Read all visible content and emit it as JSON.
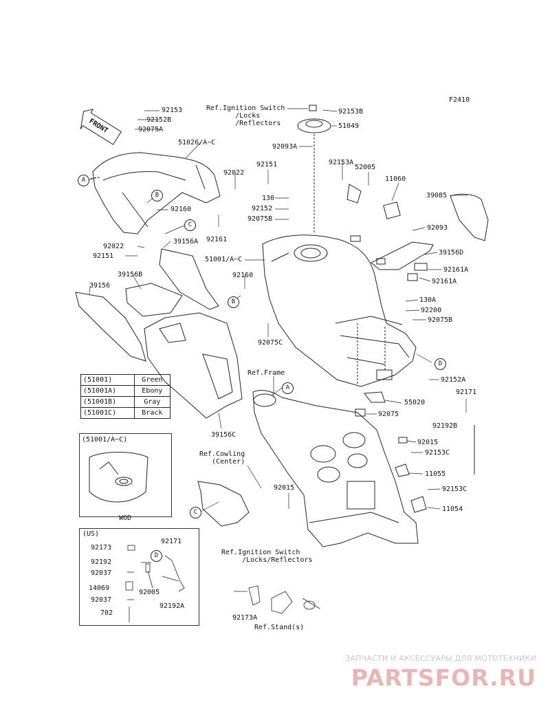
{
  "diagram": {
    "code": "F2410",
    "front_arrow": "FRONT",
    "refs": {
      "ignition_top": "Ref.Ignition Switch\n       /Locks\n       /Reflectors",
      "frame": "Ref.Frame",
      "cowling": "Ref.Cowling\n   (Center)",
      "ignition_bottom": "Ref.Ignition Switch\n     /Locks/Reflectors",
      "stand": "Ref.Stand(s)"
    },
    "callouts": [
      "A",
      "B",
      "C",
      "D"
    ],
    "parts": [
      "92153",
      "92152B",
      "92075A",
      "51026/A~C",
      "92022",
      "92151",
      "130",
      "92152",
      "92075B",
      "92160",
      "92161",
      "92022",
      "92151",
      "39156A",
      "39156B",
      "39156",
      "51001/A~C",
      "92160",
      "92075C",
      "39156C",
      "92153B",
      "51049",
      "92093A",
      "92153A",
      "52005",
      "11060",
      "39085",
      "92093",
      "39156D",
      "92161A",
      "92161A",
      "130A",
      "92200",
      "92075B",
      "92152A",
      "92171",
      "55020",
      "92075",
      "92192B",
      "92015",
      "92153C",
      "11055",
      "92015",
      "92153C",
      "11054"
    ],
    "color_table": [
      {
        "code": "(51001)",
        "color": "Green"
      },
      {
        "code": "(51001A)",
        "color": "Ebony"
      },
      {
        "code": "(51001B)",
        "color": "Gray"
      },
      {
        "code": "(51001C)",
        "color": "Brack"
      }
    ],
    "inset_wod": {
      "title": "(51001/A~C)",
      "caption": "WOD"
    },
    "inset_us": {
      "title": "(US)",
      "parts": [
        "92173",
        "92192",
        "92037",
        "14069",
        "92037",
        "702",
        "92171",
        "92005",
        "92192A"
      ]
    },
    "bottom_parts": [
      "92173A"
    ]
  },
  "watermark": {
    "line1": "ЗАПЧАСТИ И АКСЕССУАРЫ ДЛЯ МОТОТЕХНИКИ",
    "line2": "PARTSFOR.RU"
  }
}
